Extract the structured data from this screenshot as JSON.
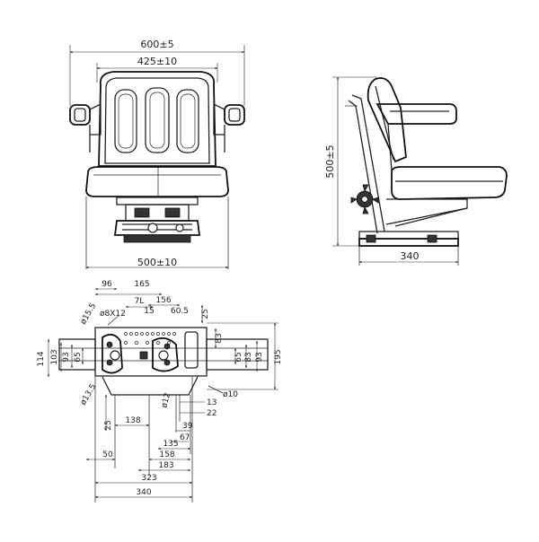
{
  "front_view": {
    "overall_width": "600±5",
    "backrest_width": "425±10",
    "base_width": "500±10"
  },
  "side_view": {
    "height": "500±5",
    "depth": "340"
  },
  "base_plan": {
    "top_dims": [
      "96",
      "165",
      "7L",
      "15",
      "156",
      "60.5",
      "25"
    ],
    "hole_labels": [
      "ø8X12",
      "ø15.5",
      "ø13.5",
      "ø12",
      "ø10"
    ],
    "left_dims": [
      "114",
      "103",
      "93",
      "65"
    ],
    "right_dims": [
      "65",
      "83",
      "93",
      "83",
      "195"
    ],
    "small_dims": [
      "13",
      "22",
      "39",
      "67"
    ],
    "inner_dims": [
      "25",
      "138"
    ],
    "bottom_dims": [
      "135",
      "158",
      "183",
      "50",
      "323",
      "340"
    ]
  }
}
